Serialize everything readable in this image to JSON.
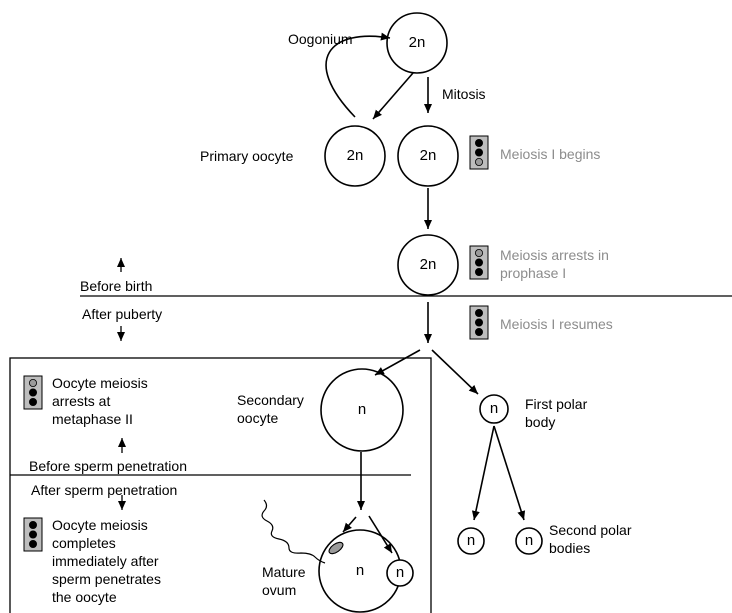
{
  "cells": {
    "oogonium": "2n",
    "primary_oocyte_left": "2n",
    "primary_oocyte_right": "2n",
    "arrested_oocyte": "2n",
    "secondary_oocyte": "n",
    "first_polar_body": "n",
    "second_polar_body_1": "n",
    "second_polar_body_2": "n",
    "mature_ovum": "n",
    "ovum_polar_body": "n"
  },
  "labels": {
    "oogonium": "Oogonium",
    "mitosis": "Mitosis",
    "primary_oocyte": "Primary oocyte",
    "before_birth": "Before birth",
    "after_puberty": "After puberty",
    "secondary_oocyte_1": "Secondary",
    "secondary_oocyte_2": "oocyte",
    "first_polar_body_1": "First polar",
    "first_polar_body_2": "body",
    "before_sperm": "Before sperm penetration",
    "after_sperm": "After sperm penetration",
    "mature_ovum_1": "Mature",
    "mature_ovum_2": "ovum",
    "second_polar_bodies_1": "Second polar",
    "second_polar_bodies_2": "bodies"
  },
  "status": {
    "meiosis_begins": "Meiosis I begins",
    "meiosis_arrests_1": "Meiosis arrests in",
    "meiosis_arrests_2": "prophase I",
    "meiosis_resumes": "Meiosis I resumes",
    "metaphase_1": "Oocyte meiosis",
    "metaphase_2": "arrests at",
    "metaphase_3": "metaphase II",
    "completes_1": "Oocyte meiosis",
    "completes_2": "completes",
    "completes_3": "immediately after",
    "completes_4": "sperm penetrates",
    "completes_5": "the oocyte"
  },
  "colors": {
    "stroke": "#000000",
    "status_text": "#8c8c8c",
    "signal_box": "#bdbdbd",
    "signal_off": "#9a9a9a",
    "signal_on": "#000000"
  }
}
